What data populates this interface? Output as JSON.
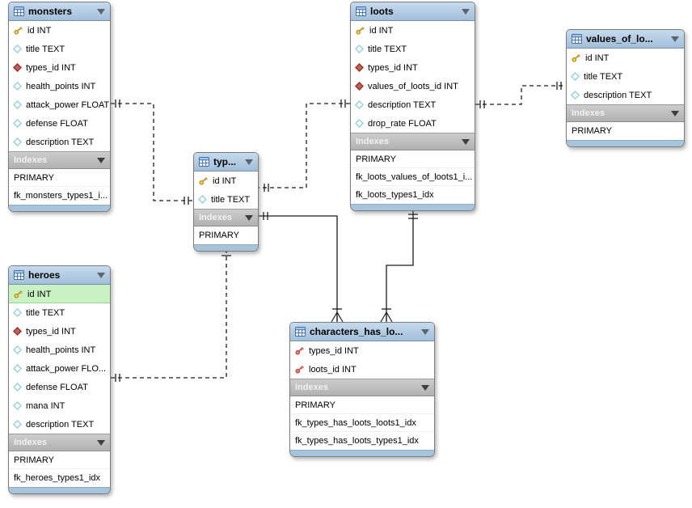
{
  "diagram": {
    "tables": {
      "monsters": {
        "title": "monsters",
        "columns": [
          {
            "type": "pk",
            "label": "id INT"
          },
          {
            "type": "col",
            "label": "title TEXT"
          },
          {
            "type": "fk",
            "label": "types_id INT"
          },
          {
            "type": "col",
            "label": "health_points INT"
          },
          {
            "type": "col",
            "label": "attack_power FLOAT"
          },
          {
            "type": "col",
            "label": "defense FLOAT"
          },
          {
            "type": "col",
            "label": "description TEXT"
          }
        ],
        "indexes_label": "Indexes",
        "indexes": [
          "PRIMARY",
          "fk_monsters_types1_i..."
        ]
      },
      "loots": {
        "title": "loots",
        "columns": [
          {
            "type": "pk",
            "label": "id INT"
          },
          {
            "type": "col",
            "label": "title TEXT"
          },
          {
            "type": "fk",
            "label": "types_id INT"
          },
          {
            "type": "fk",
            "label": "values_of_loots_id INT"
          },
          {
            "type": "col",
            "label": "description TEXT"
          },
          {
            "type": "col",
            "label": "drop_rate FLOAT"
          }
        ],
        "indexes_label": "Indexes",
        "indexes": [
          "PRIMARY",
          "fk_loots_values_of_loots1_i...",
          "fk_loots_types1_idx"
        ]
      },
      "values_of_loots": {
        "title": "values_of_lo...",
        "columns": [
          {
            "type": "pk",
            "label": "id INT"
          },
          {
            "type": "col",
            "label": "title TEXT"
          },
          {
            "type": "col",
            "label": "description TEXT"
          }
        ],
        "indexes_label": "Indexes",
        "indexes": [
          "PRIMARY"
        ]
      },
      "types": {
        "title": "typ...",
        "columns": [
          {
            "type": "pk",
            "label": "id INT"
          },
          {
            "type": "col",
            "label": "title TEXT"
          }
        ],
        "indexes_label": "Indexes",
        "indexes": [
          "PRIMARY"
        ]
      },
      "heroes": {
        "title": "heroes",
        "columns": [
          {
            "type": "pk",
            "label": "id INT",
            "selected": true
          },
          {
            "type": "col",
            "label": "title TEXT"
          },
          {
            "type": "fk",
            "label": "types_id INT"
          },
          {
            "type": "col",
            "label": "health_points INT"
          },
          {
            "type": "col",
            "label": "attack_power FLO..."
          },
          {
            "type": "col",
            "label": "defense FLOAT"
          },
          {
            "type": "col",
            "label": "mana INT"
          },
          {
            "type": "col",
            "label": "description TEXT"
          }
        ],
        "indexes_label": "Indexes",
        "indexes": [
          "PRIMARY",
          "fk_heroes_types1_idx"
        ]
      },
      "characters_has_loots": {
        "title": "characters_has_lo...",
        "columns": [
          {
            "type": "pkfk",
            "label": "types_id INT"
          },
          {
            "type": "pkfk",
            "label": "loots_id INT"
          }
        ],
        "indexes_label": "Indexes",
        "indexes": [
          "PRIMARY",
          "fk_types_has_loots_loots1_idx",
          "fk_types_has_loots_types1_idx"
        ]
      }
    },
    "relationships": [
      {
        "from": "monsters",
        "to": "types",
        "style": "dashed",
        "cardinality": "one-to-one-mandatory"
      },
      {
        "from": "loots",
        "to": "types",
        "style": "dashed",
        "cardinality": "one-to-one-mandatory"
      },
      {
        "from": "loots",
        "to": "values_of_loots",
        "style": "dashed",
        "cardinality": "one-to-one-mandatory"
      },
      {
        "from": "heroes",
        "to": "types",
        "style": "dashed",
        "cardinality": "one-to-one-mandatory"
      },
      {
        "from": "types",
        "to": "characters_has_loots",
        "style": "solid",
        "cardinality": "one-to-many"
      },
      {
        "from": "loots",
        "to": "characters_has_loots",
        "style": "solid",
        "cardinality": "one-to-many"
      }
    ],
    "colors": {
      "table_header": "#aac6e0",
      "indexes_bar": "#bdbdbd",
      "selected_row": "#c9f1c4",
      "primary_key_icon": "#e8c93e",
      "foreign_key_icon": "#cd5c55",
      "column_icon": "#93d2db",
      "relationship_line": "#1c1c1c"
    }
  }
}
